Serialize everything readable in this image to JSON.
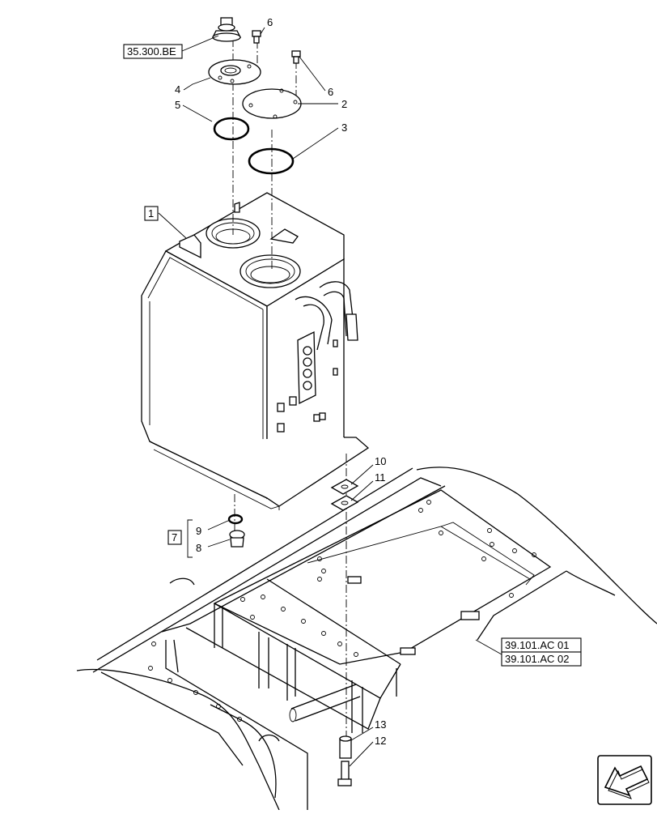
{
  "callouts": {
    "ref_35300": "35.300.BE",
    "ref_39101_01": "39.101.AC 01",
    "ref_39101_02": "39.101.AC 02",
    "n1": "1",
    "n2": "2",
    "n3": "3",
    "n4": "4",
    "n5": "5",
    "n6a": "6",
    "n6b": "6",
    "n7": "7",
    "n8": "8",
    "n9": "9",
    "n10": "10",
    "n11": "11",
    "n12": "12",
    "n13": "13"
  },
  "icons": {
    "nav": "back-arrow-icon"
  }
}
